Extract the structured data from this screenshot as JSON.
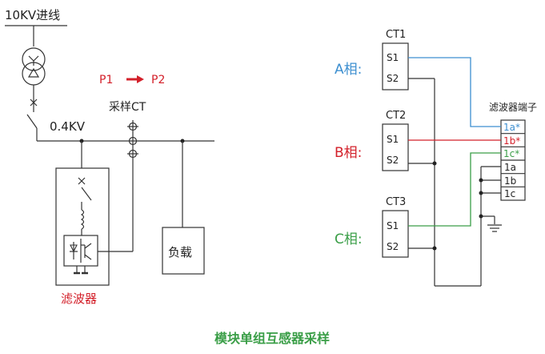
{
  "left": {
    "incoming_label": "10KV进线",
    "voltage_label": "0.4KV",
    "p1_label": "P1",
    "p2_label": "P2",
    "sampling_ct_label": "采样CT",
    "load_label": "负载",
    "filter_label": "滤波器"
  },
  "right": {
    "ct1": {
      "label": "CT1",
      "s1": "S1",
      "s2": "S2"
    },
    "ct2": {
      "label": "CT2",
      "s1": "S1",
      "s2": "S2"
    },
    "ct3": {
      "label": "CT3",
      "s1": "S1",
      "s2": "S2"
    },
    "phase_a": "A相:",
    "phase_b": "B相:",
    "phase_c": "C相:",
    "terminal_title": "滤波器端子",
    "terminals": [
      "1a*",
      "1b*",
      "1c*",
      "1a",
      "1b",
      "1c"
    ]
  },
  "caption": "模块单组互感器采样",
  "colors": {
    "phase_a": "#3d8fd0",
    "phase_b": "#d3202a",
    "phase_c": "#3a9e47",
    "red_text": "#d3202a",
    "caption": "#3a9e47"
  }
}
